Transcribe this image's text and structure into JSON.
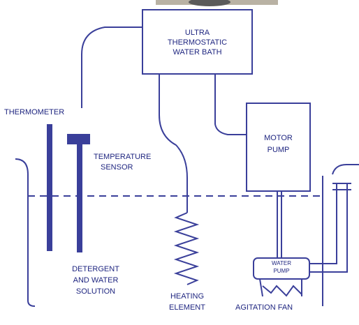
{
  "colors": {
    "stroke": "#3a3f9a",
    "text": "#1f2680",
    "photo": "#b9b2a4"
  },
  "labels": {
    "bath": [
      "ULTRA",
      "THERMOSTATIC",
      "WATER BATH"
    ],
    "thermometer": "THERMOMETER",
    "temperature_sensor": [
      "TEMPERATURE",
      "SENSOR"
    ],
    "motor_pump": [
      "MOTOR",
      "PUMP"
    ],
    "water_pump": [
      "WATER",
      "PUMP"
    ],
    "detergent": [
      "DETERGENT",
      "AND WATER",
      "SOLUTION"
    ],
    "heating_element": [
      "HEATING",
      "ELEMENT"
    ],
    "agitation_fan": "AGITATION FAN"
  }
}
